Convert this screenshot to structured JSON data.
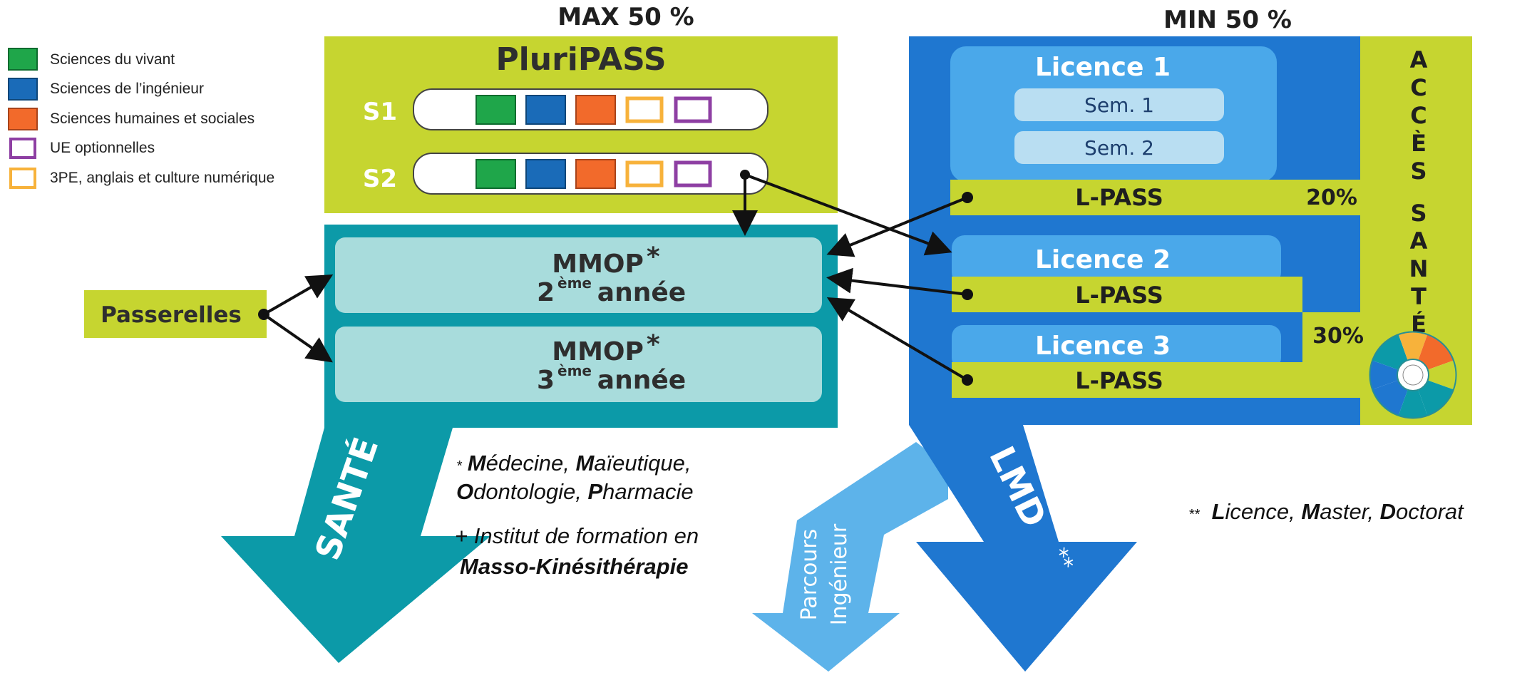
{
  "headers": {
    "left": "MAX 50 %",
    "right": "MIN 50 %"
  },
  "legend": [
    {
      "label": "Sciences du vivant",
      "color": "#1fa64a",
      "style": "filled"
    },
    {
      "label": "Sciences de l’ingénieur",
      "color": "#1a6bb8",
      "style": "filled"
    },
    {
      "label": "Sciences humaines et sociales",
      "color": "#f26a2b",
      "style": "filled"
    },
    {
      "label": "UE optionnelles",
      "color": "#8e3fa3",
      "style": "outline"
    },
    {
      "label": "3PE, anglais et culture numérique",
      "color": "#f7b23b",
      "style": "outline"
    }
  ],
  "pluripass": {
    "title": "PluriPASS",
    "rows": [
      {
        "label": "S1"
      },
      {
        "label": "S2"
      }
    ]
  },
  "mmop": [
    {
      "name": "MMOP",
      "star": "*",
      "ordinal_num": "2",
      "ordinal_sup": "ème",
      "word": "année"
    },
    {
      "name": "MMOP",
      "star": "*",
      "ordinal_num": "3",
      "ordinal_sup": "ème",
      "word": "année"
    }
  ],
  "passerelles": "Passerelles",
  "licences": {
    "l1": {
      "title": "Licence 1",
      "sem1": "Sem. 1",
      "sem2": "Sem. 2",
      "lpass": "L-PASS",
      "pct": "20%"
    },
    "l2": {
      "title": "Licence 2",
      "lpass": "L-PASS"
    },
    "l3": {
      "title": "Licence 3",
      "lpass": "L-PASS",
      "pct": "30%"
    }
  },
  "acces_sante": {
    "word1": "ACCÈS",
    "word2": "SANTÉ"
  },
  "arrows": {
    "sante": "SANTÉ",
    "lmd": "LMD",
    "lmd_mark": "**",
    "parcours_line1": "Parcours",
    "parcours_line2": "Ingénieur"
  },
  "notes": {
    "star_mark": "*",
    "m1_bold": "M",
    "m1_rest": "édecine, ",
    "m2_bold": "M",
    "m2_rest": "aïeutique,",
    "o_bold": "O",
    "o_rest": "dontologie, ",
    "p_bold": "P",
    "p_rest": "harmacie",
    "institut": "+ Institut de formation en",
    "masso": "Masso-Kinésithérapie",
    "lmd_mark": "**",
    "l_bold": "L",
    "l_rest": "icence, ",
    "ma_bold": "M",
    "ma_rest": "aster, ",
    "d_bold": "D",
    "d_rest": "octorat"
  },
  "colors": {
    "lime": "#c6d530",
    "teal": "#0c9aa8",
    "teal_light": "#a8dcdc",
    "blue_dark": "#1f77d0",
    "blue_mid": "#4aa8ea",
    "blue_light": "#b9def2",
    "sky": "#5db3ea"
  }
}
